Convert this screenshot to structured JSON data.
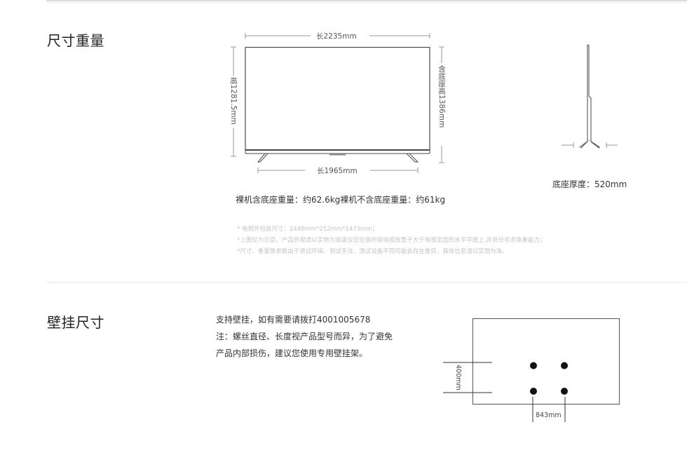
{
  "size_weight": {
    "title": "尺寸重量",
    "front_view": {
      "width_label": "长2235mm",
      "height_label": "高1281.5mm",
      "height_with_stand_label": "含底座高1386mm",
      "stand_span_label": "长1965mm"
    },
    "side_view": {
      "stand_depth_label": "底座厚度：520mm"
    },
    "weight": "裸机含底座重量：约62.6kg裸机不含底座重量：约61kg",
    "notes": [
      "* 电视外包装尺寸：2448mm*252mm*1473mm；",
      "*上图仅为示意，产品外观请以实物为准建议您在装时将电视放置于大于电视宽度的水平平面上,并充分考虑承重能力；",
      "*尺寸、重量等参数由于测试环境、测试手法、测试设备不同可能会存在差异，具体信息请以实测为准。"
    ]
  },
  "wall_mount": {
    "title": "壁挂尺寸",
    "lines": [
      "支持壁挂，如有需要请拨打4001005678",
      "注：螺丝直径、长度视产品型号而异，为了避免",
      "产品内部损伤，建议您使用专用壁挂架。"
    ],
    "diagram": {
      "vertical_spacing_label": "400mm",
      "horizontal_spacing_label": "843mm"
    }
  },
  "colors": {
    "line": "#4a4a4a",
    "dim_line": "#9a9a9a",
    "note_text": "#c4c4c4",
    "divider": "#e6e6e6"
  }
}
